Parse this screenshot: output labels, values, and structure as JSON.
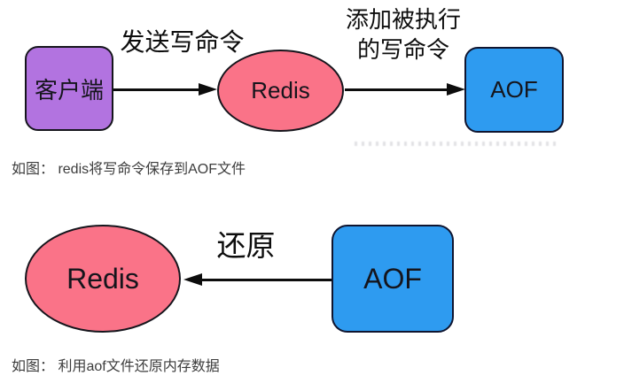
{
  "colors": {
    "client_fill": "#b273e0",
    "redis_fill": "#fa7388",
    "aof_fill": "#2e9bf0",
    "stroke": "#15151c",
    "caption_text": "#3c3c3c"
  },
  "top": {
    "client_label": "客户端",
    "arrow1_label": "发送写命令",
    "redis_label": "Redis",
    "arrow2_label_line1": "添加被执行",
    "arrow2_label_line2": "的写命令",
    "aof_label": "AOF",
    "caption": "如图： redis将写命令保存到AOF文件"
  },
  "bottom": {
    "redis_label": "Redis",
    "arrow_label": "还原",
    "aof_label": "AOF",
    "caption": "如图： 利用aof文件还原内存数据"
  }
}
